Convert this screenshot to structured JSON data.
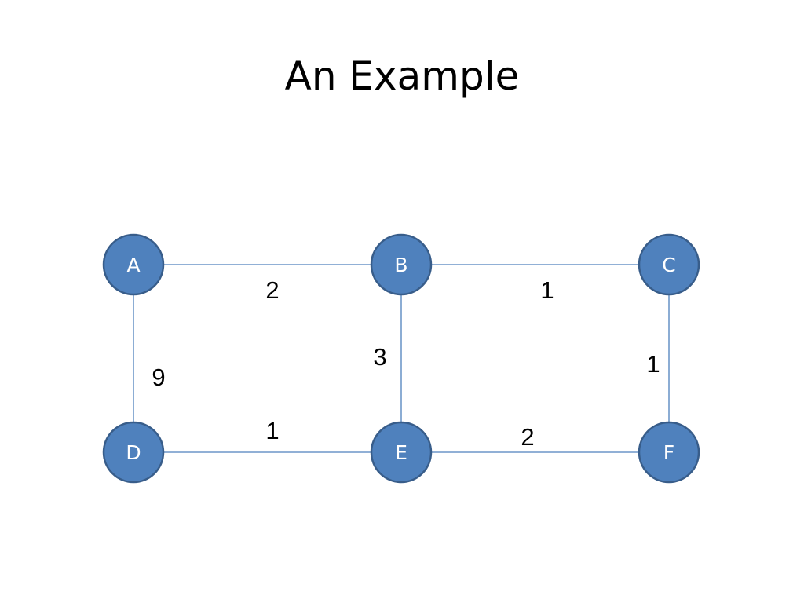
{
  "title": "An Example",
  "colors": {
    "node_fill": "#4f81bd",
    "node_stroke": "#385d8a",
    "edge": "#4f81bd"
  },
  "graph": {
    "nodes": [
      {
        "id": "A",
        "label": "A"
      },
      {
        "id": "B",
        "label": "B"
      },
      {
        "id": "C",
        "label": "C"
      },
      {
        "id": "D",
        "label": "D"
      },
      {
        "id": "E",
        "label": "E"
      },
      {
        "id": "F",
        "label": "F"
      }
    ],
    "edges": [
      {
        "from": "A",
        "to": "B",
        "weight": "2"
      },
      {
        "from": "B",
        "to": "C",
        "weight": "1"
      },
      {
        "from": "A",
        "to": "D",
        "weight": "9"
      },
      {
        "from": "B",
        "to": "E",
        "weight": "3"
      },
      {
        "from": "C",
        "to": "F",
        "weight": "1"
      },
      {
        "from": "D",
        "to": "E",
        "weight": "1"
      },
      {
        "from": "E",
        "to": "F",
        "weight": "2"
      }
    ]
  }
}
